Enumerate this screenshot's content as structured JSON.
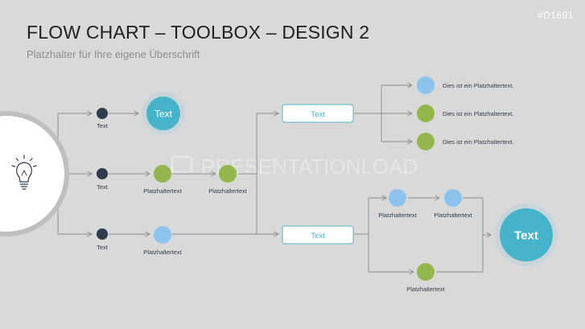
{
  "header": {
    "title": "FLOW CHART – TOOLBOX – DESIGN 2",
    "subtitle": "Platzhalter für Ihre eigene Überschrift",
    "code": "#D1691"
  },
  "colors": {
    "background": "#d9d9d9",
    "line": "#8c8c8c",
    "dark_dot": "#2f3c4d",
    "green": "#93b64c",
    "light_blue": "#8cc3ec",
    "teal": "#46b3ca",
    "box_border": "#56b4ca"
  },
  "watermark": "PRESENTATIONLOAD",
  "start": {
    "icon": "lightbulb-icon"
  },
  "nodes": {
    "row1_dot_label": "Text",
    "row1_circle_label": "Text",
    "row2_dot_label": "Text",
    "row2_green1_label": "Platzhaltertext",
    "row2_green2_label": "Platzhaltertext",
    "row3_dot_label": "Text",
    "row3_blue_label": "Platzhaltertext",
    "box_top_label": "Text",
    "box_bottom_label": "Text",
    "right_items": [
      "Dies ist ein Platzhaltertext.",
      "Dies ist ein Platzhaltertext.",
      "Dies ist ein Platzhaltertext."
    ],
    "lower_blue1_label": "Platzhaltertext",
    "lower_blue2_label": "Platzhaltertext",
    "lower_green_label": "Platzhaltertext",
    "end_circle_label": "Text"
  }
}
